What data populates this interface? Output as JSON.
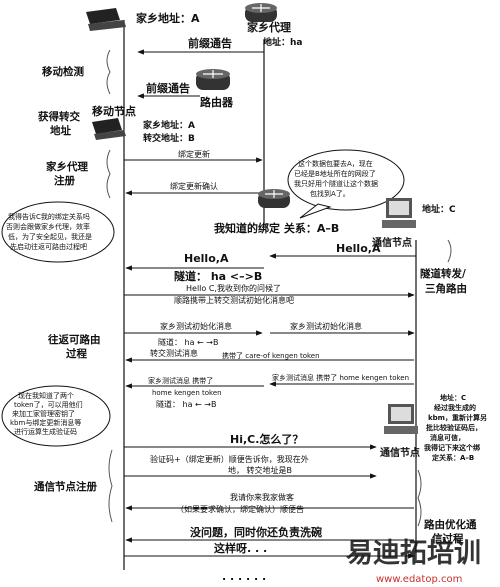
{
  "nodes": {
    "home_addr_a": "家乡地址：A",
    "home_agent": "家乡代理",
    "home_agent_addr": "地址：ha",
    "router": "路由器",
    "mobile_node": "移动节点",
    "mn_home_addr": "家乡地址：A",
    "mn_care_addr": "转交地址：B",
    "ha_binding": "我知道的绑定 关系：A–B",
    "cn_addr": "地址：C",
    "corr_node": "通信节点",
    "corr_node2": "通信节点"
  },
  "side_labels": {
    "move_detect": "移动检测",
    "get_coa_1": "获得转交",
    "get_coa_2": "地址",
    "ha_reg_1": "家乡代理",
    "ha_reg_2": "注册",
    "rr_1": "往返可路由",
    "rr_2": "过程",
    "cn_reg": "通信节点注册",
    "tunnel_1": "隧道转发/",
    "tunnel_2": "三角路由",
    "route_opt_1": "路由优化通",
    "route_opt_2": "信过程"
  },
  "messages": {
    "prefix_1": "前缀通告",
    "prefix_2": "前缀通告",
    "binding_update": "绑定更新",
    "binding_ack": "绑定更新确认",
    "hello_a_1": "Hello,A",
    "hello_a_2": "Hello,A",
    "tunnel": "隧道：  ha <–>B",
    "hello_c": "Hello C,我收到你的问候了",
    "hello_c_sub": "顺路携带上转交测试初始化消息吧",
    "hoti_1": "家乡测试初始化消息",
    "hoti_2": "家乡测试初始化消息",
    "tunnel_small": "隧道：  ha ← →B",
    "coti": "转交测试消息",
    "care_of_token": "携带了 care-of kengen token",
    "hot": "家乡测试消息 携带了 home kengen token",
    "hot_2": "家乡测试消息 携带了",
    "home_token": "home kengen token",
    "tunnel_small_2": "隧道：  ha ← →B",
    "hi_c": "Hi,C.怎么了？",
    "bu_1": "验证码+（绑定更新）顺便告诉你，我现在外",
    "bu_2": "地，  转交地址是B",
    "ba_1": "我请你来我家做客",
    "ba_2": "（如果要求确认，绑定确认）顺便告",
    "reply": "没问题，同时你还负责洗碗",
    "bye": "这样呀. . ."
  },
  "notes": {
    "note_ha_1": "这个数据包要去A，现在",
    "note_ha_2": "已经是B地址所在的网段了",
    "note_ha_3": "我只好用个隧道让这个数据",
    "note_ha_4": "包找到A了。",
    "note_left_1": "我得告诉C我的绑定关系吗",
    "note_left_2": "否则会跟做家乡代理，效率",
    "note_left_3": "低，为了安全起见，我还是",
    "note_left_4": "先启动往返可路由过程吧",
    "note_low_1": "现在我知道了两个",
    "note_low_2": "token了，可以用他们",
    "note_low_3": "来加工家管理密钥了",
    "note_low_4": "kbm与绑定更新消息等",
    "note_low_5": "进行运算生成验证码",
    "note_cn_1": "地址：C",
    "note_cn_2": "经过我生成的",
    "note_cn_3": "kbm，重新计算另",
    "note_cn_4": "批比较验证码后，",
    "note_cn_5": "消息可信，",
    "note_cn_6": "我得记下来这个绑",
    "note_cn_7": "定关系：A–B"
  },
  "footer": {
    "dots": ". . . . . .",
    "watermark": "易迪拓培训",
    "url": "www.edatop.com"
  },
  "colors": {
    "watermark": "#d9534f",
    "ink": "#111111"
  }
}
